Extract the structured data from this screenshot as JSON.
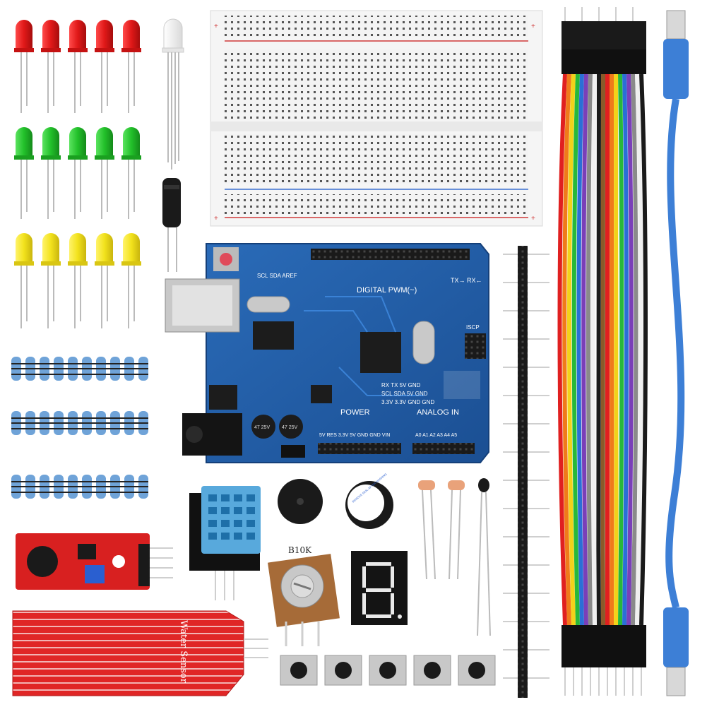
{
  "photo": {
    "description_alt": "",
    "colors": {
      "led_red": "#e01818",
      "led_green": "#22c02a",
      "led_yellow": "#f2e21c",
      "board_blue": "#1f5fa8",
      "pcb_red": "#d82020",
      "breadboard": "#f2f2f2",
      "usb_cable": "#3d7fd6",
      "black": "#1a1a1a"
    }
  },
  "uno": {
    "label_digital": "DIGITAL PWM(~)",
    "label_power": "POWER",
    "label_analog": "ANALOG IN",
    "label_txrx": "TX→ RX←",
    "label_iscp": "ISCP",
    "label_scl": "SCL SDA AREF",
    "label_bottom_pins": "5V RES 3.3V 5V GND GND VIN",
    "label_analog_pins": "A0 A1 A2 A3 A4 A5",
    "label_rx_tx": "RX TX 5V GND",
    "label_scl_sda": "SCL SDA 5V GND",
    "label_33": "3.3V 3.3V GND GND",
    "cap_a": "47 25V",
    "cap_b": "47 25V"
  },
  "pot": {
    "label": "B10K"
  },
  "water": {
    "label": "Water Sensor"
  },
  "buzzer": {
    "sticker": "REMOVE SEAL AFTER WASHING"
  }
}
